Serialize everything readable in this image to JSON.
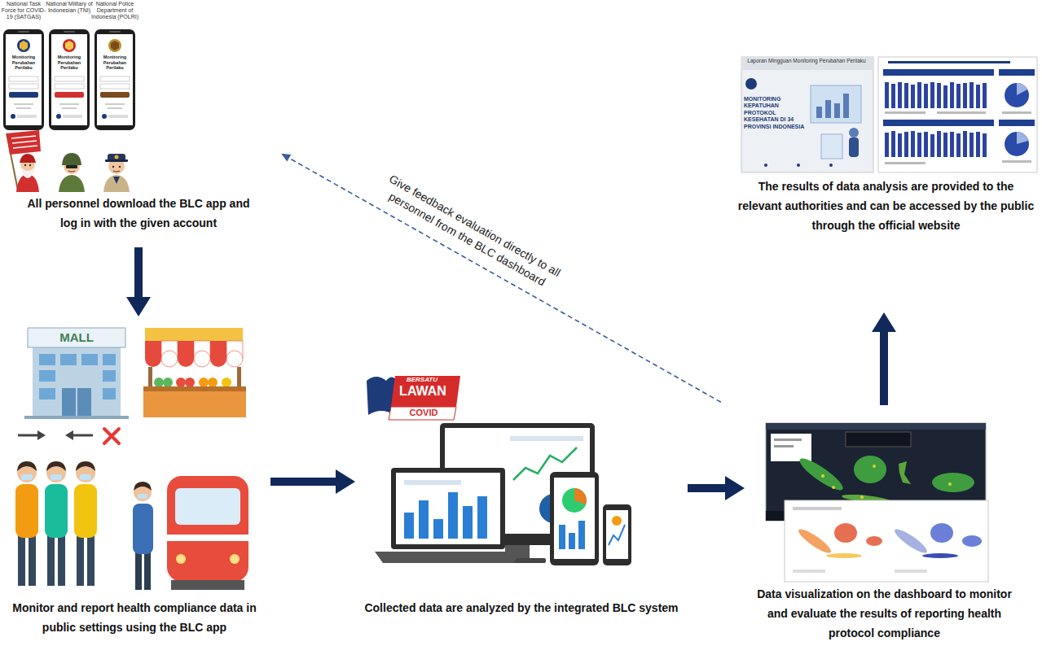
{
  "diagram": {
    "nodes": [
      {
        "text": [
          "All personnel download the BLC app and log in with the given account"
        ]
      },
      {
        "text": [
          "Monitor and report health compliance data in public settings using the BLC app"
        ]
      },
      {
        "text": [
          "Collected data are analyzed by the integrated BLC system"
        ]
      },
      {
        "text": [
          "Data visualization on the dashboard to monitor and evaluate the results of reporting health protocol compliance"
        ]
      },
      {
        "text": [
          "The results of data analysis are provided to the relevant authorities and can be accessed by the public through the official website"
        ]
      }
    ],
    "edges": [
      {
        "from": 0,
        "to": 1,
        "arrow": "to"
      },
      {
        "from": 1,
        "to": 2,
        "arrow": "to"
      },
      {
        "from": 2,
        "to": 3,
        "arrow": "to"
      },
      {
        "from": 3,
        "to": 4,
        "arrow": "to"
      },
      {
        "from": 3,
        "to": 0,
        "label": "Give feedback evaluation directly to all personnel from the BLC dashboard",
        "arrow": "to"
      }
    ],
    "labels": [
      "National Task Force for COVID-19 (SATGAS)",
      "National Military of Indonesian (TNI)",
      "National Police Department of Indonesia (POLRI)",
      "Monitoring Perubahan Perilaku",
      "Monitoring Perubahan Perilaku",
      "Monitoring Perubahan Perilaku",
      "MALL",
      "BERSATU",
      "LAWAN",
      "COVID",
      "Laporan Mingguan Monitoring Perubahan Perilaku",
      "MONITORING KEPATUHAN PROTOKOL KESEHATAN DI 34 PROVINSI INDONESIA"
    ]
  }
}
